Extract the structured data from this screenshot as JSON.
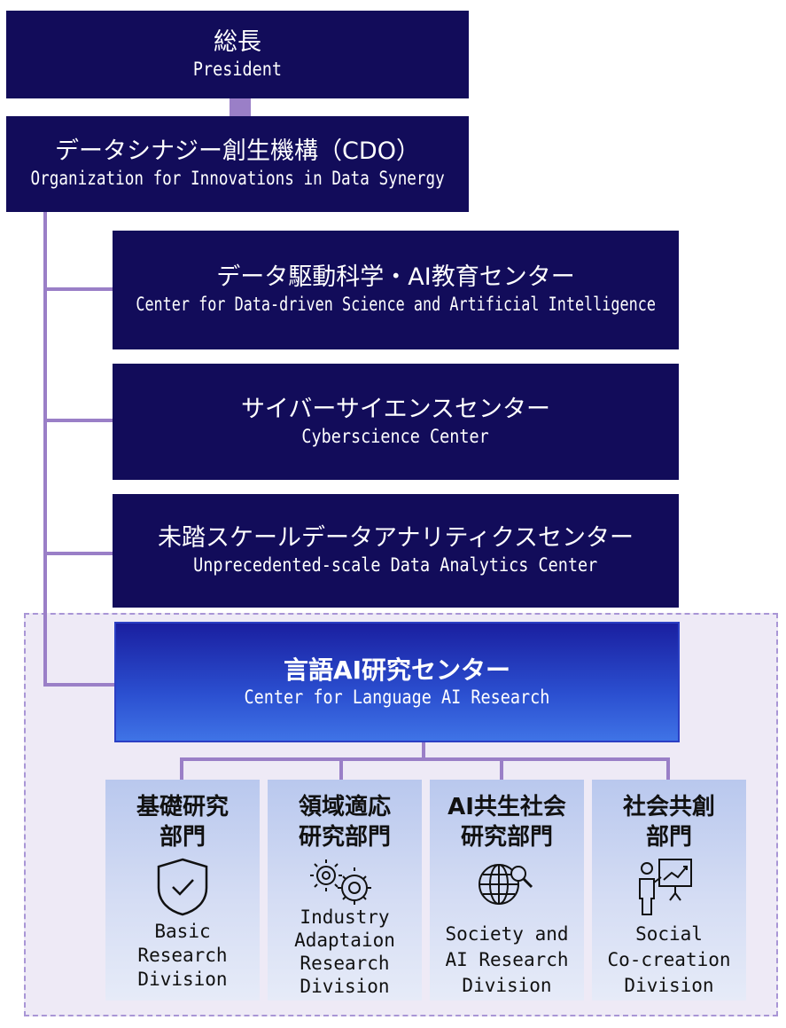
{
  "president": {
    "jp": "総長",
    "en": "President"
  },
  "cdo": {
    "jp": "データシナジー創生機構（CDO）",
    "en": "Organization for Innovations in Data Synergy"
  },
  "centers": [
    {
      "jp": "データ駆動科学・AI教育センター",
      "en": "Center for Data-driven Science and Artificial Intelligence"
    },
    {
      "jp": "サイバーサイエンスセンター",
      "en": "Cyberscience Center"
    },
    {
      "jp": "未踏スケールデータアナリティクスセンター",
      "en": "Unprecedented-scale Data Analytics Center"
    }
  ],
  "language_center": {
    "jp": "言語AI研究センター",
    "en": "Center for Language AI Research"
  },
  "divisions": [
    {
      "jp": "基礎研究\n部門",
      "en": "Basic\nResearch\nDivision",
      "icon": "shield-check-icon"
    },
    {
      "jp": "領域適応\n研究部門",
      "en": "Industry\nAdaptaion\nResearch\nDivision",
      "icon": "gears-icon"
    },
    {
      "jp": "AI共生社会\n研究部門",
      "en": "Society and\nAI Research\nDivision",
      "icon": "globe-search-icon"
    },
    {
      "jp": "社会共創\n部門",
      "en": "Social\nCo-creation\nDivision",
      "icon": "presentation-icon"
    }
  ],
  "colors": {
    "box": "#120c5a",
    "connector": "#9a7fc7",
    "highlight_top": "#1a1fa0",
    "highlight_bottom": "#3f73e6",
    "division_bg": "#d5ddf4"
  }
}
